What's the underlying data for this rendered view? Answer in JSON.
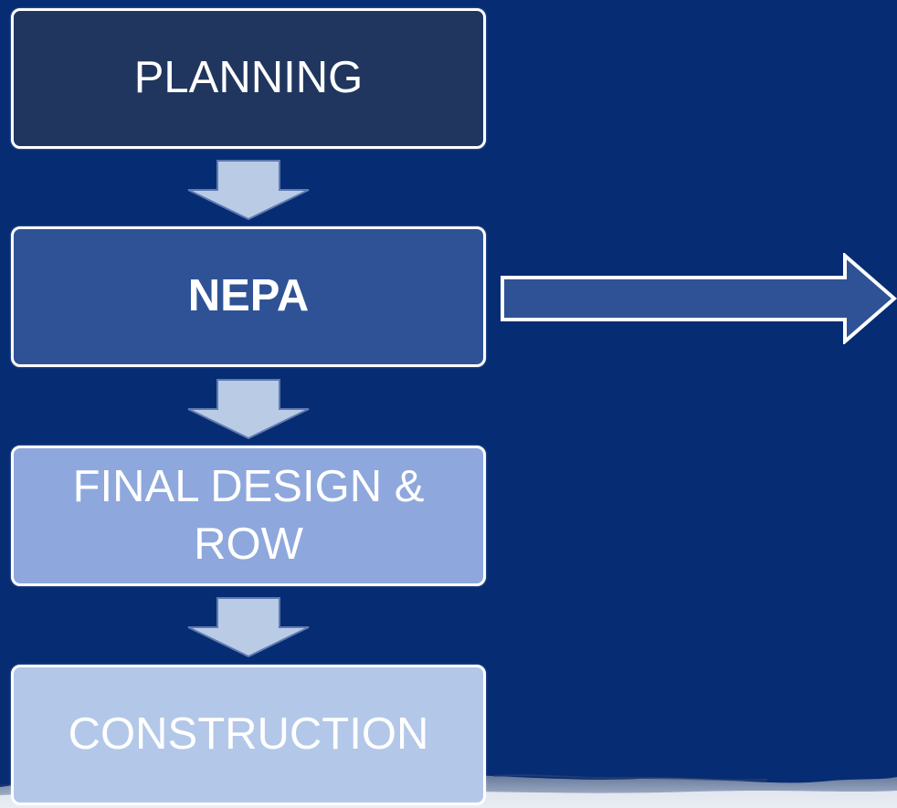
{
  "flow": {
    "stages": [
      {
        "label": "PLANNING"
      },
      {
        "label": "NEPA"
      },
      {
        "label": "FINAL DESIGN & ROW"
      },
      {
        "label": "CONSTRUCTION"
      }
    ]
  },
  "colors": {
    "background": "#062c73",
    "planning": "#20365e",
    "nepa": "#2e5295",
    "final_design": "#8ea8dd",
    "construction": "#b3c7e9",
    "connector_arrow": "#b9cbe5",
    "side_arrow": "#2e5295",
    "outline": "#ffffff"
  }
}
